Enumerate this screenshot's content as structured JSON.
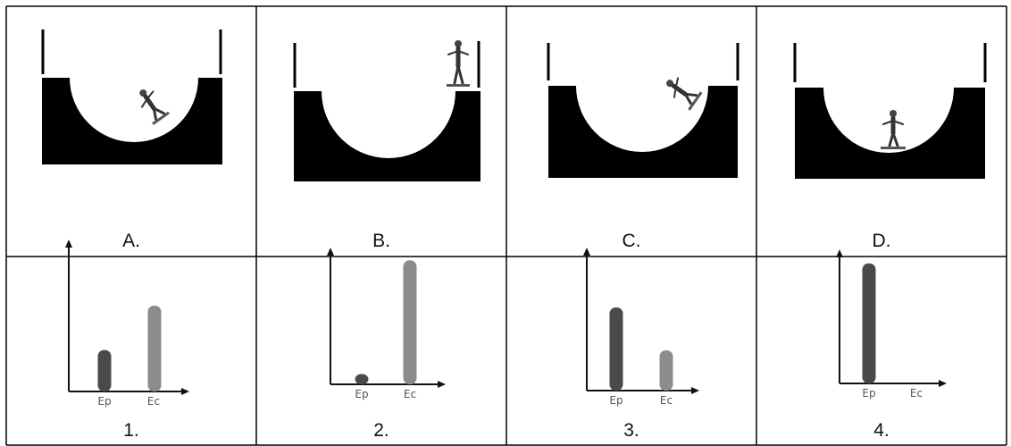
{
  "colors": {
    "ramp": "#000000",
    "grid_line": "#000000",
    "axis": "#111111",
    "bar_ep": "#4a4a4a",
    "bar_ec": "#8c8c8c"
  },
  "scenes": [
    {
      "label": "A.",
      "skater_position": "right slope, part way up",
      "ramp": "half-pipe"
    },
    {
      "label": "B.",
      "skater_position": "top of right edge",
      "ramp": "half-pipe"
    },
    {
      "label": "C.",
      "skater_position": "right slope, near top",
      "ramp": "half-pipe"
    },
    {
      "label": "D.",
      "skater_position": "bottom of ramp",
      "ramp": "half-pipe"
    }
  ],
  "chart_data": [
    {
      "type": "bar",
      "label": "1.",
      "categories": [
        "Ep",
        "Ec"
      ],
      "values": [
        0.29,
        0.6
      ]
    },
    {
      "type": "bar",
      "label": "2.",
      "categories": [
        "Ep",
        "Ec"
      ],
      "values": [
        0.08,
        0.97
      ]
    },
    {
      "type": "bar",
      "label": "3.",
      "categories": [
        "Ep",
        "Ec"
      ],
      "values": [
        0.62,
        0.3
      ]
    },
    {
      "type": "bar",
      "label": "4.",
      "categories": [
        "Ep",
        "Ec"
      ],
      "values": [
        0.96,
        0.0
      ]
    }
  ]
}
